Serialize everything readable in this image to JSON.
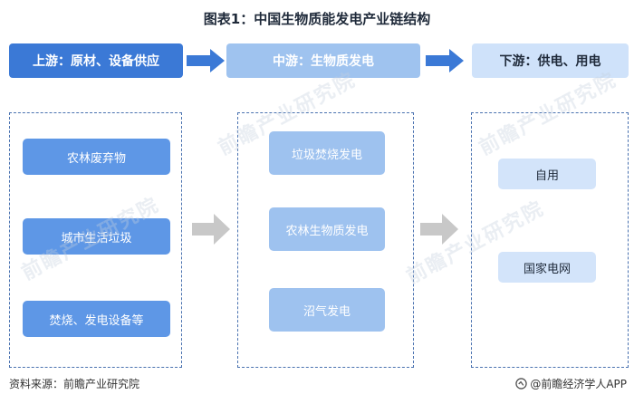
{
  "title": "图表1：中国生物质能发电产业链结构",
  "stages": {
    "upstream": "上游：原材、设备供应",
    "midstream": "中游：生物质发电",
    "downstream": "下游：供电、用电"
  },
  "upstream_items": [
    "农林废弃物",
    "城市生活垃圾",
    "焚烧、发电设备等"
  ],
  "midstream_items": [
    "垃圾焚烧发电",
    "农林生物质发电",
    "沼气发电"
  ],
  "downstream_items": [
    "自用",
    "国家电网"
  ],
  "watermark": "前瞻产业研究院",
  "footer": {
    "source": "资料来源：前瞻产业研究院",
    "brand": "@前瞻经济学人APP"
  },
  "colors": {
    "upstream": "#3b79d6",
    "midstream": "#9fc3ef",
    "downstream": "#cfe2fa",
    "arrow_blue": "#3b79d6",
    "arrow_gray": "#c8c8c8",
    "panel_border": "#4a72b0"
  }
}
